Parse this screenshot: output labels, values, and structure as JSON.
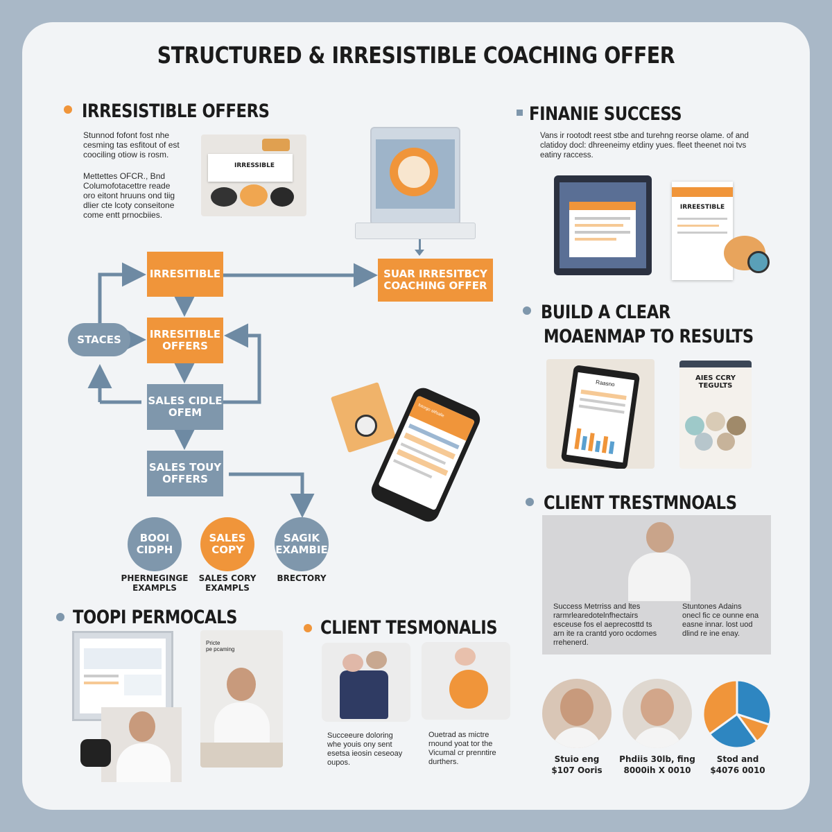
{
  "title": "STRUCTURED & IRRESISTIBLE COACHING OFFER",
  "colors": {
    "accent": "#f0953a",
    "slate": "#7f97ac",
    "card": "#f2f4f6",
    "background": "#a9b8c7"
  },
  "sections": {
    "irresistible_offers": {
      "heading": "IRRESISTIBLE OFFERS",
      "para1": "Stunnod fofont fost nhe\ncesming tas esfitout of est\ncoociling otiow is rosm.",
      "para2": "Mettettes OFCR., Bnd\nColumofotacettre reade\noro eitont hruuns ond tiig\ndlier cte lcoty conseitone\ncome entt prnocbiies.",
      "image_label": "IRRESSIBLE"
    },
    "finance_success": {
      "heading": "FINANIE SUCCESS",
      "text": "Vans ir rootodt reest stbe and turehng reorse olame. of and\nclatidoy docl: dhreeneimy etdiny yues. fleet theenet noi tvs\neatiny raccess.",
      "doc_label": "IRREESTIBLE"
    },
    "roadmap": {
      "heading_line1": "BUILD A CLEAR",
      "heading_line2": "MOAENMAP TO RESULTS",
      "tablet_title": "Raasno",
      "book_title": "AIES CCRY\nTEGULTS"
    },
    "client_testimonials_right": {
      "heading": "CLIENT TRESTMNOALS",
      "col1": "Success Metrriss and ltes\nrarmrlearedotelnfhectairs\nesceuse fos el aeprecosttd ts\narn ite ra crantd yoro ocdomes\nrrehenerd.",
      "col2": "Stuntones Adains\nonecl fic ce ounne ena\neasne innar. lost uod\ndlind re ine enay."
    },
    "tool_permocals": {
      "heading": "TOOPI PERMOCALS",
      "photo_label": "Pricte\npe pcaming"
    },
    "client_testimonials_bottom": {
      "heading": "CLIENT TESMONALIS",
      "caption1": "Succeeure doloring\nwhe youis ony sent\nesetsa ieosin ceseoay\noupos.",
      "caption2": "Ouetrad as mictre\nrnound yoat tor the\nVicumal cr prenntire\ndurthers."
    }
  },
  "flowchart": {
    "box1": "IRRESITIBLE",
    "box2": "IRRESITIBLE\nOFFERS",
    "box3": "SALES CIDLE\nOFEM",
    "box4": "SALES TOUY\nOFFERS",
    "target": "SUAR IRRESITBCY\nCOACHING OFFER",
    "stages": "STACES",
    "circles": [
      {
        "label": "BOOI\nCIDPH",
        "caption": "PHERNEGINGE\nEXAMPLS"
      },
      {
        "label": "SALES\nCOPY",
        "caption": "SALES CORY\nEXAMPLS"
      },
      {
        "label": "SAGIK\nEXAMBIE",
        "caption": "BRECTORY"
      }
    ],
    "phone_header": "fotorgo sitfsalle"
  },
  "people": [
    {
      "name": "Stuio eng\n$107 Ooris"
    },
    {
      "name": "Phdiis 30lb, fing\n8000ih X 0010"
    },
    {
      "name": "Stod and\n$4076 0010"
    }
  ],
  "pie_chart": {
    "type": "pie",
    "values": [
      30,
      10,
      25,
      35
    ],
    "colors": [
      "#2e86c1",
      "#f0953a",
      "#2e86c1",
      "#f0953a"
    ]
  }
}
